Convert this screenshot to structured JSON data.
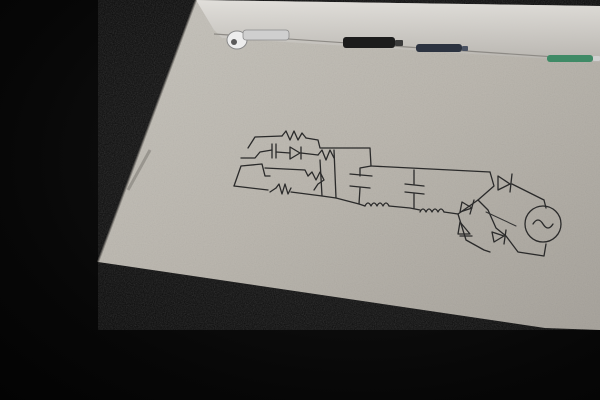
{
  "scene": {
    "subject": "whiteboard-photo",
    "board_color": "#bcb8b0",
    "background_color": "#070707",
    "ink_color": "#2a2a2a"
  },
  "tray_items": [
    {
      "name": "eraser",
      "color": "#d9d9d9"
    },
    {
      "name": "black-marker",
      "color": "#1c1c1c"
    },
    {
      "name": "blue-marker",
      "color": "#2c3340"
    },
    {
      "name": "green-marker",
      "color": "#3f8a66"
    }
  ],
  "drawing": {
    "kind": "circuit-schematic",
    "icons": [
      "resistor-icon",
      "capacitor-icon",
      "inductor-icon",
      "diode-icon",
      "ac-source-icon"
    ]
  }
}
